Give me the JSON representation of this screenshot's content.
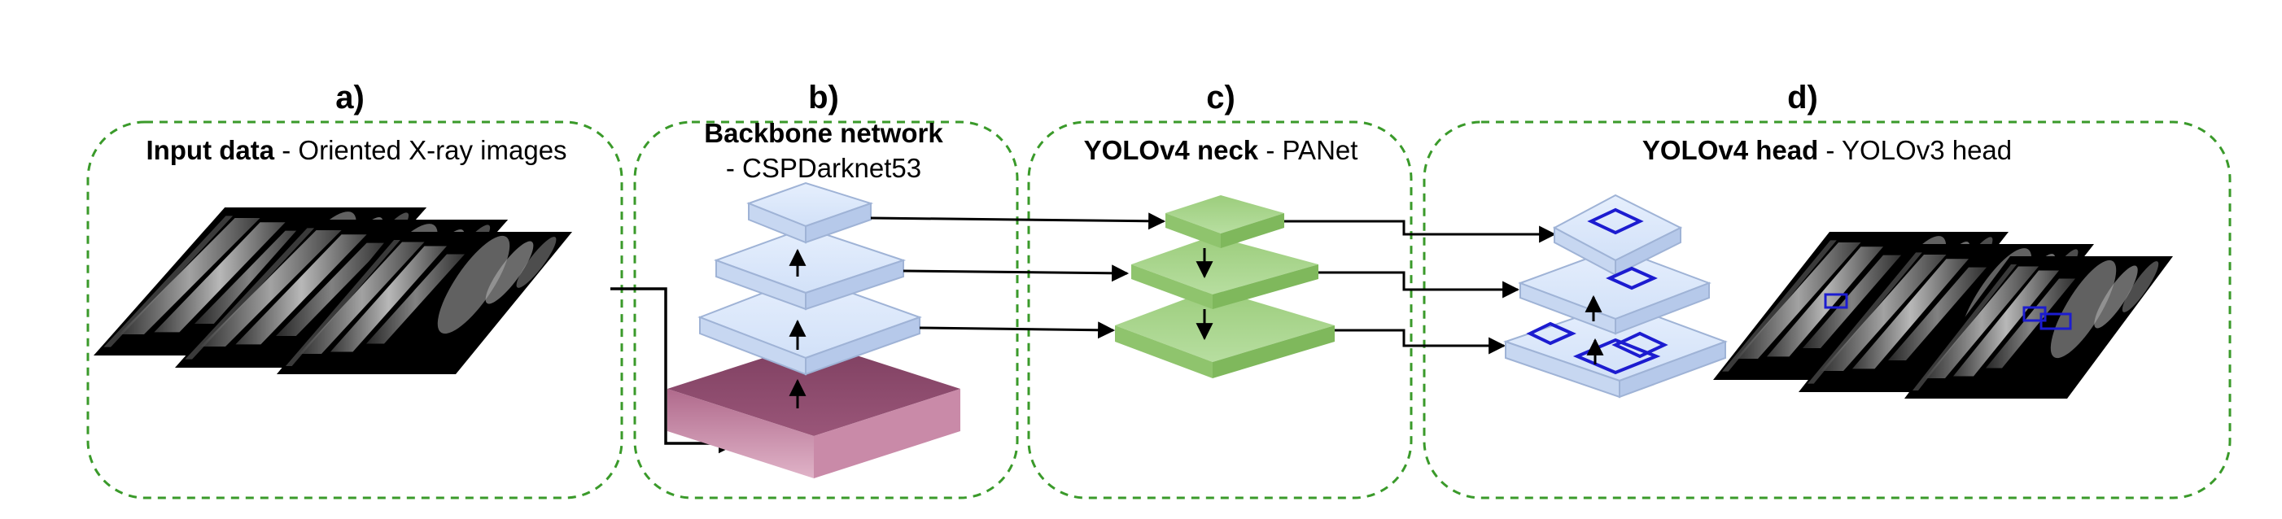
{
  "panels": [
    {
      "letter": "a)",
      "title_bold": "Input data",
      "title_rest": " - Oriented X-ray images"
    },
    {
      "letter": "b)",
      "title_bold": "Backbone network",
      "title_rest": "- CSPDarknet53"
    },
    {
      "letter": "c)",
      "title_bold": "YOLOv4 neck",
      "title_rest": " - PANet"
    },
    {
      "letter": "d)",
      "title_bold": "YOLOv4 head",
      "title_rest": " - YOLOv3 head"
    }
  ],
  "colors": {
    "panel_border": "#3a9a2a",
    "backbone_layer": "#dce8fb",
    "backbone_base": "#a55d80",
    "neck_layer": "#a8d68c",
    "head_layer": "#dce8fb",
    "detection_box": "#1c1cd0",
    "xray_background": "#000000"
  }
}
